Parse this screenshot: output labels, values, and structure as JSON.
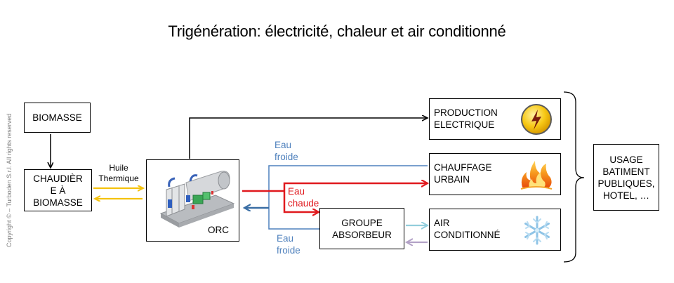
{
  "title": "Trigénération: électricité, chaleur et air conditionné",
  "copyright": "Copyright © – Turboden S.r.l. All rights reserved",
  "boxes": {
    "biomasse": "BIOMASSE",
    "chaudiere": [
      "CHAUDIÈR",
      "E À",
      "BIOMASSE"
    ],
    "orc": "ORC",
    "groupe": [
      "GROUPE",
      "ABSORBEUR"
    ],
    "production": [
      "PRODUCTION",
      "ELECTRIQUE"
    ],
    "chauffage": [
      "CHAUFFAGE",
      "URBAIN"
    ],
    "air": [
      "AIR",
      "CONDITIONNÉ"
    ],
    "usage": [
      "USAGE",
      "BATIMENT",
      "PUBLIQUES,",
      "HOTEL, …"
    ]
  },
  "labels": {
    "huile": [
      "Huile",
      "Thermique"
    ],
    "eau_froide_top": [
      "Eau",
      "froide"
    ],
    "eau_chaude": [
      "Eau",
      "chaude"
    ],
    "eau_froide_bottom": [
      "Eau",
      "froide"
    ]
  },
  "icons": {
    "production": "lightning-icon",
    "chauffage": "flame-icon",
    "air": "snowflake-icon",
    "orc": "orc-machine-icon"
  },
  "colors": {
    "thermal_oil": "#f4c20d",
    "hot_water": "#e0191e",
    "cold_water": "#4f81bd",
    "return_arrow": "#3a6ea5",
    "absorber_out": "#92cddc",
    "absorber_in": "#b3a2c7"
  }
}
